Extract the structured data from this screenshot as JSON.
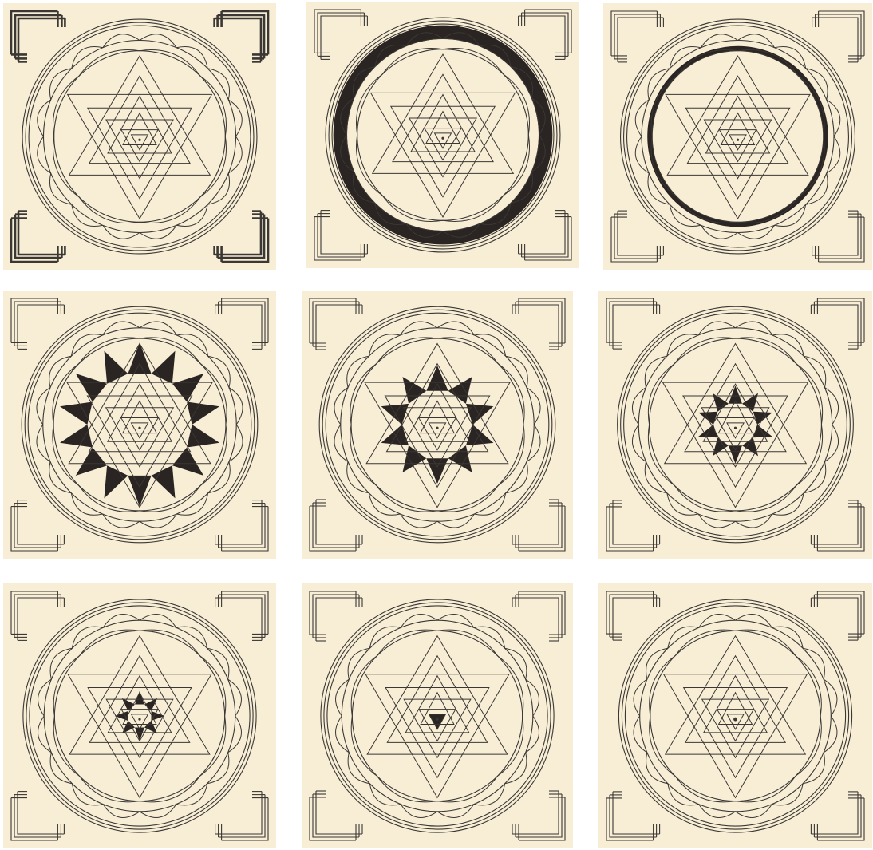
{
  "plate": {
    "rows": 3,
    "columns": 3,
    "background_color": "#f8edd5",
    "ink_color": "#3a3734",
    "fill_color": "#2a2523"
  },
  "panels": [
    {
      "index": 1,
      "highlight": "bhupura-square",
      "label_icon": "bhupura-highlight-icon"
    },
    {
      "index": 2,
      "highlight": "outer-16-petal-lotus",
      "label_icon": "outer-lotus-highlight-icon"
    },
    {
      "index": 3,
      "highlight": "inner-8-petal-lotus",
      "label_icon": "inner-lotus-highlight-icon"
    },
    {
      "index": 4,
      "highlight": "outer-14-triangles",
      "label_icon": "outer-triangles-highlight-icon"
    },
    {
      "index": 5,
      "highlight": "outer-10-triangles",
      "label_icon": "outer-10-triangles-highlight-icon"
    },
    {
      "index": 6,
      "highlight": "inner-10-triangles",
      "label_icon": "inner-10-triangles-highlight-icon"
    },
    {
      "index": 7,
      "highlight": "8-triangles",
      "label_icon": "eight-triangles-highlight-icon"
    },
    {
      "index": 8,
      "highlight": "central-triangle",
      "label_icon": "central-triangle-highlight-icon"
    },
    {
      "index": 9,
      "highlight": "bindu",
      "label_icon": "bindu-highlight-icon"
    }
  ]
}
